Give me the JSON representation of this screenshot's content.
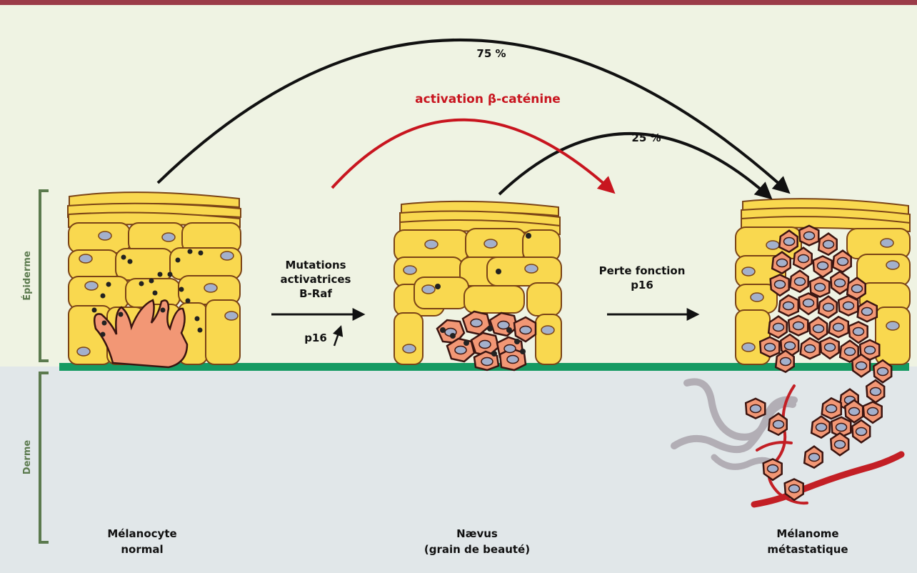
{
  "layers": {
    "epidermis": "Épiderme",
    "dermis": "Derme"
  },
  "stages": {
    "normal": [
      "Mélanocyte",
      "normal"
    ],
    "nevus": [
      "Nævus",
      "(grain de beauté)"
    ],
    "melanoma": [
      "Mélanome",
      "métastatique"
    ]
  },
  "transitions": {
    "step1": [
      "Mutations",
      "activatrices",
      "B-Raf"
    ],
    "step1_sub": "p16",
    "step2": [
      "Perte fonction",
      "p16"
    ]
  },
  "arcs": {
    "top_percent": "75 %",
    "bottom_percent": "25 %",
    "beta_catenin": "activation β-caténine"
  },
  "colors": {
    "top_rule": "#9b3b48",
    "epidermis_bg": "#eff3e3",
    "dermis_bg": "#e1e7e9",
    "membrane": "#159a62",
    "bracket": "#5b7a4e",
    "keratinocyte": "#f9d84f",
    "cell_outline": "#7a4316",
    "nucleus": "#a3b0cc",
    "melanocyte": "#f29775",
    "melanoma_outline": "#3a1410",
    "red_arc": "#c8151f",
    "vessel_grey": "#b2aeb5",
    "vessel_red": "#c31f25"
  }
}
